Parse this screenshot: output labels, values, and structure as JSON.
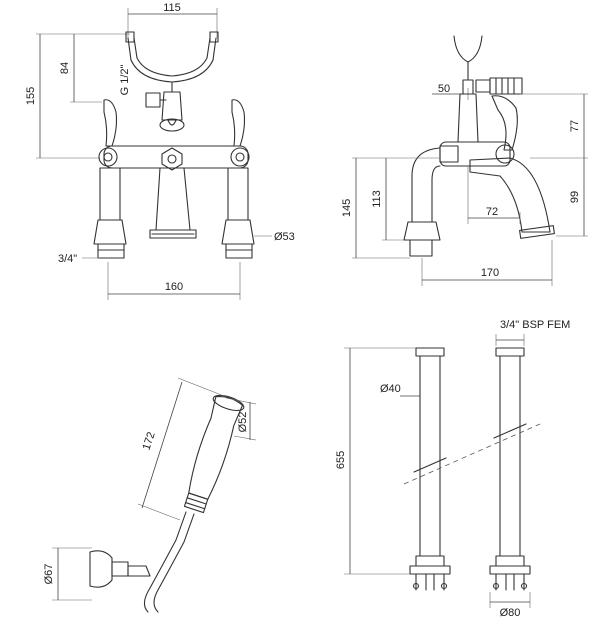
{
  "dimensions": {
    "front": {
      "width_top": "115",
      "height_total": "155",
      "height_upper": "84",
      "thread_size": "G 1/2\"",
      "inlet_thread": "3/4\"",
      "base_diameter": "Ø53",
      "width_centres": "160"
    },
    "side": {
      "spout_offset": "50",
      "height_upper": "77",
      "height_total": "145",
      "height_mid": "113",
      "spout_reach": "72",
      "height_lower": "99",
      "depth_total": "170"
    },
    "handset": {
      "length": "172",
      "head_diameter": "Ø52",
      "bracket_diameter": "Ø67"
    },
    "legs": {
      "thread_label": "3/4\" BSP FEM",
      "height": "655",
      "pipe_diameter": "Ø40",
      "base_diameter": "Ø80"
    }
  }
}
